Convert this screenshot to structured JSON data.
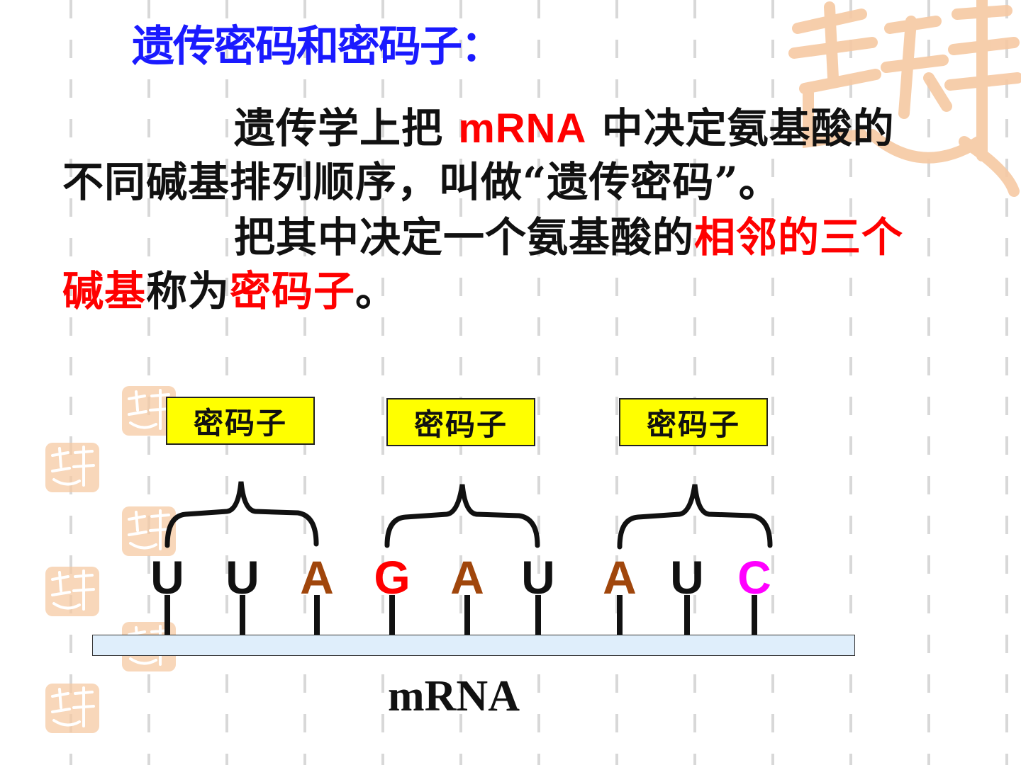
{
  "title": "遗传密码和密码子：",
  "paragraph1": {
    "before": "遗传学上把",
    "highlight": "mRNA",
    "after": "中决定氨基酸的",
    "line2": "不同碱基排列顺序，叫做“遗传密码”。"
  },
  "paragraph2": {
    "before": "把其中决定一个氨基酸的",
    "highlight1": "相邻的三个",
    "highlight1b": "碱基",
    "mid": "称为",
    "highlight2": "密码子",
    "end": "。"
  },
  "diagram": {
    "codon_labels": [
      "密码子",
      "密码子",
      "密码子"
    ],
    "bases": [
      {
        "letter": "U",
        "color": "#111111"
      },
      {
        "letter": "U",
        "color": "#111111"
      },
      {
        "letter": "A",
        "color": "#a0460c"
      },
      {
        "letter": "G",
        "color": "#ff0000"
      },
      {
        "letter": "A",
        "color": "#a0460c"
      },
      {
        "letter": "U",
        "color": "#111111"
      },
      {
        "letter": "A",
        "color": "#a0460c"
      },
      {
        "letter": "U",
        "color": "#111111"
      },
      {
        "letter": "C",
        "color": "#ff00ff"
      }
    ],
    "strand_label": "mRNA",
    "label_fill": "#ffff00",
    "strand_fill": "#dfeefb"
  },
  "decor": {
    "watermark_text": "吉祥如意",
    "watermark_color": "#f6c9a3"
  }
}
